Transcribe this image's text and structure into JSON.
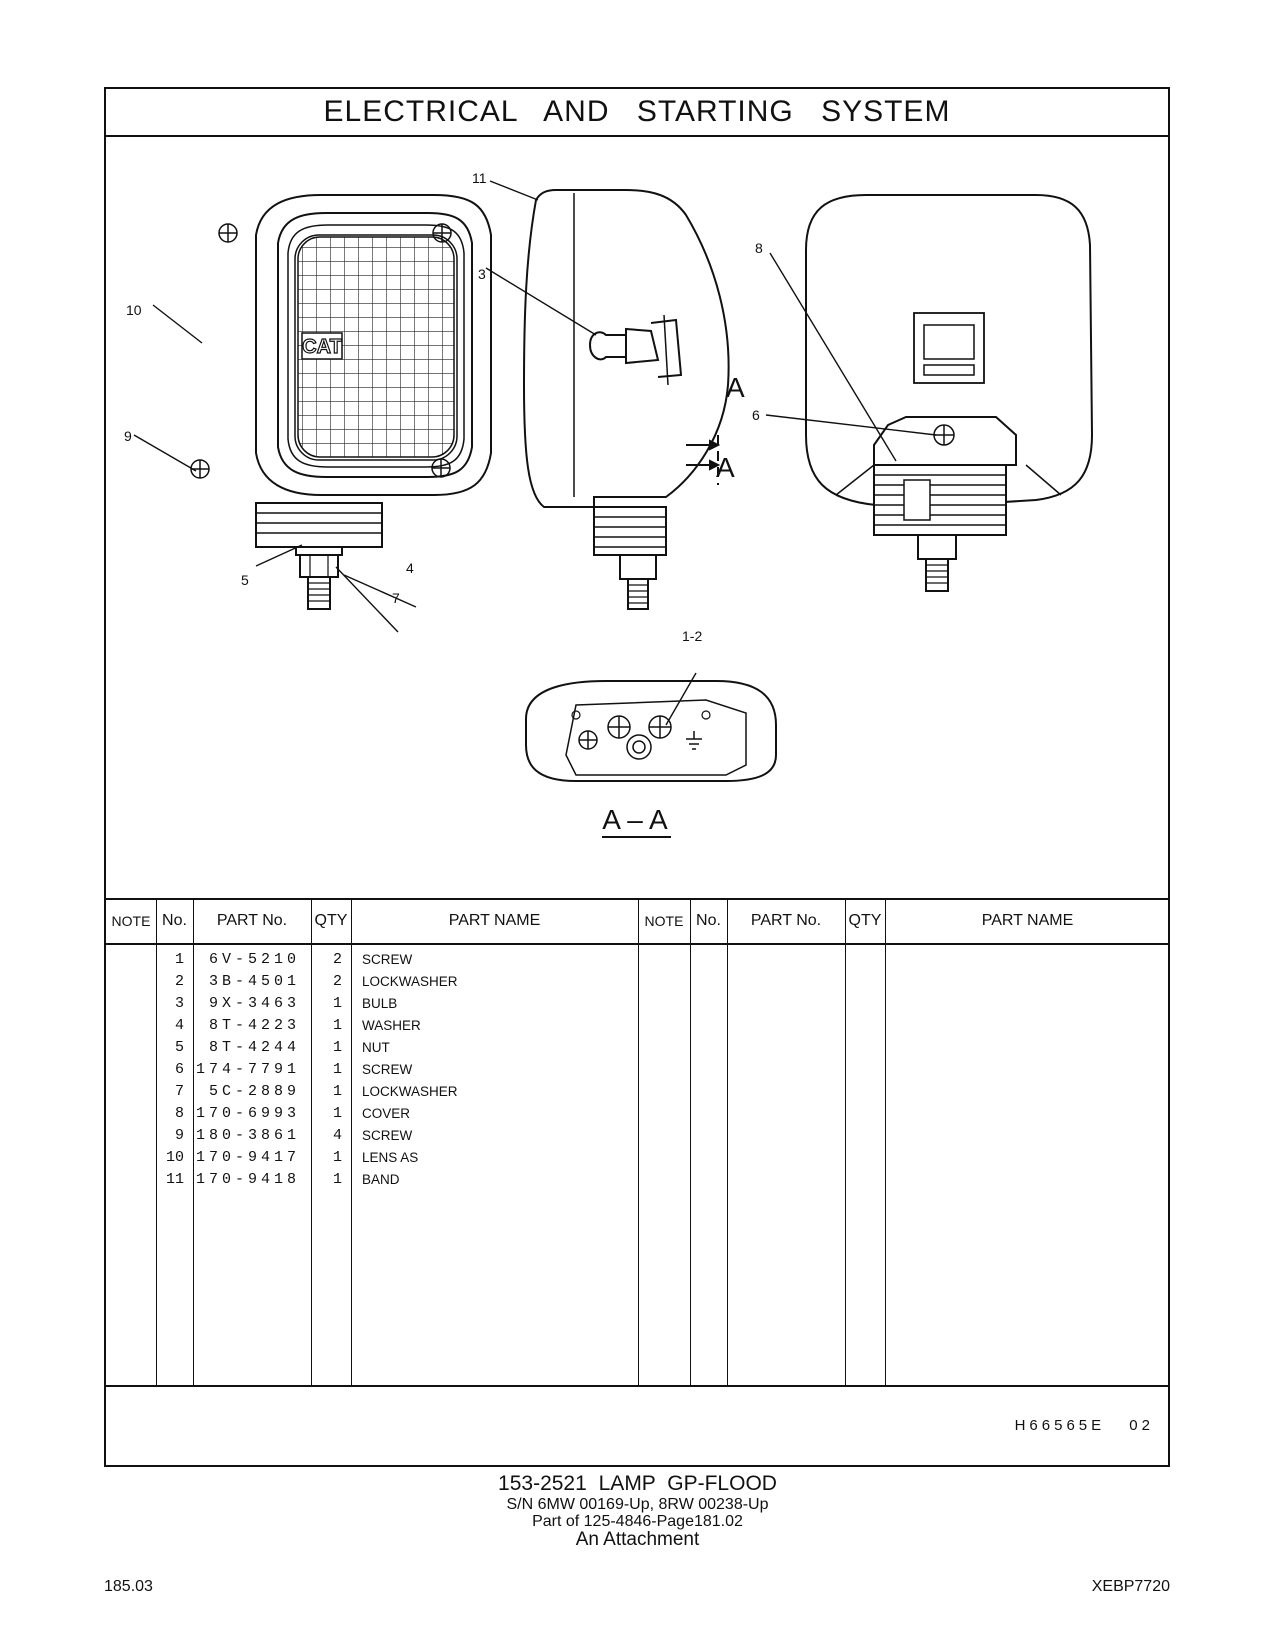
{
  "header": {
    "title": "ELECTRICAL AND STARTING SYSTEM"
  },
  "illustration": {
    "callouts": [
      "11",
      "8",
      "3",
      "10",
      "6",
      "9",
      "5",
      "4",
      "7",
      "1-2"
    ],
    "section_markers": [
      "A",
      "A"
    ],
    "section_title": "A – A",
    "logo_text": "CAT"
  },
  "table": {
    "headers": [
      "NOTE",
      "No.",
      "PART No.",
      "QTY",
      "PART NAME",
      "NOTE",
      "No.",
      "PART No.",
      "QTY",
      "PART NAME"
    ],
    "rows": [
      {
        "no": "1",
        "part_no": "6V-5210",
        "qty": "2",
        "name": "SCREW"
      },
      {
        "no": "2",
        "part_no": "3B-4501",
        "qty": "2",
        "name": "LOCKWASHER"
      },
      {
        "no": "3",
        "part_no": "9X-3463",
        "qty": "1",
        "name": "BULB"
      },
      {
        "no": "4",
        "part_no": "8T-4223",
        "qty": "1",
        "name": "WASHER"
      },
      {
        "no": "5",
        "part_no": "8T-4244",
        "qty": "1",
        "name": "NUT"
      },
      {
        "no": "6",
        "part_no": "174-7791",
        "qty": "1",
        "name": "SCREW"
      },
      {
        "no": "7",
        "part_no": "5C-2889",
        "qty": "1",
        "name": "LOCKWASHER"
      },
      {
        "no": "8",
        "part_no": "170-6993",
        "qty": "1",
        "name": "COVER"
      },
      {
        "no": "9",
        "part_no": "180-3861",
        "qty": "4",
        "name": "SCREW"
      },
      {
        "no": "10",
        "part_no": "170-9417",
        "qty": "1",
        "name": "LENS AS"
      },
      {
        "no": "11",
        "part_no": "170-9418",
        "qty": "1",
        "name": "BAND"
      }
    ]
  },
  "illustration_code": "H66565E 02",
  "caption": {
    "line1": "153-2521   LAMP GP-FLOOD",
    "line2": "S/N 6MW 00169-Up, 8RW 00238-Up",
    "line3": "Part of 125-4846-Page181.02",
    "line4": "An Attachment"
  },
  "footer": {
    "left": "185.03",
    "right": "XEBP7720"
  }
}
